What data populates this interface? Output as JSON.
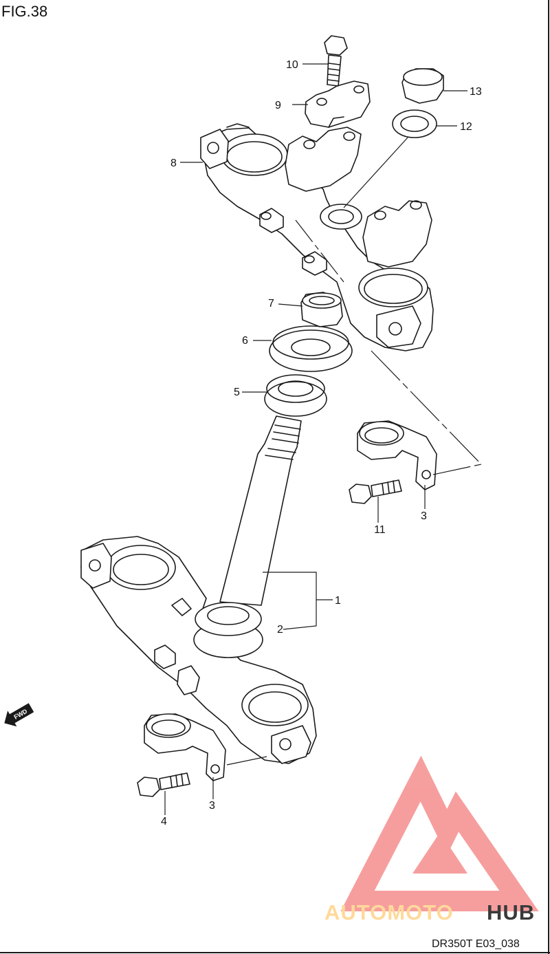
{
  "figure": {
    "label": "FIG.38",
    "code": "DR350T E03_038"
  },
  "callouts": [
    "1",
    "2",
    "3",
    "3",
    "4",
    "5",
    "6",
    "7",
    "8",
    "9",
    "10",
    "11",
    "12",
    "13"
  ],
  "direction": {
    "text": "FWD",
    "icon": "fwd-arrow-icon"
  },
  "watermark": {
    "part1": "AUTOMOTO",
    "part2": "HUB",
    "icon": "automotohub-logo-icon",
    "colors": {
      "part1": "#ffd99a",
      "part2": "#3a3a3a",
      "logo": "#f58e8e"
    }
  },
  "colors": {
    "ink": "#1a1a1a",
    "background": "#ffffff"
  }
}
